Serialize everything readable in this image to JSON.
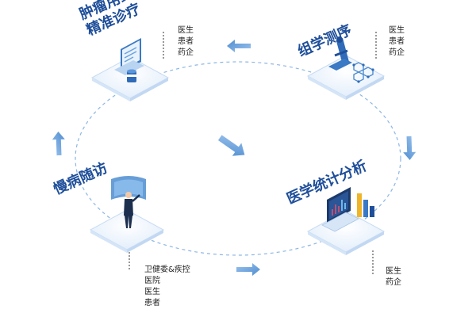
{
  "nodes": {
    "oncology": {
      "title_lines": [
        "肿瘤用药",
        "精准诊疗"
      ],
      "labels": [
        "医生",
        "患者",
        "药企"
      ]
    },
    "genomics": {
      "title_lines": [
        "组学测序"
      ],
      "labels": [
        "医生",
        "患者",
        "药企"
      ]
    },
    "chronic": {
      "title_lines": [
        "慢病随访"
      ],
      "labels": [
        "卫健委&疾控",
        "医院",
        "医生",
        "患者"
      ]
    },
    "statistics": {
      "title_lines": [
        "医学统计分析"
      ],
      "labels": [
        "医生",
        "药企"
      ]
    }
  },
  "colors": {
    "title": "#1f4f9a",
    "arrow": "#5b9bd5",
    "dashed_ring": "#8cb6e4",
    "platform": "#eef5fd"
  },
  "icons": {
    "oncology": "medical-monitor-pill-icon",
    "genomics": "microscope-molecule-icon",
    "chronic": "doctor-vr-screen-icon",
    "statistics": "laptop-bar-chart-icon"
  }
}
